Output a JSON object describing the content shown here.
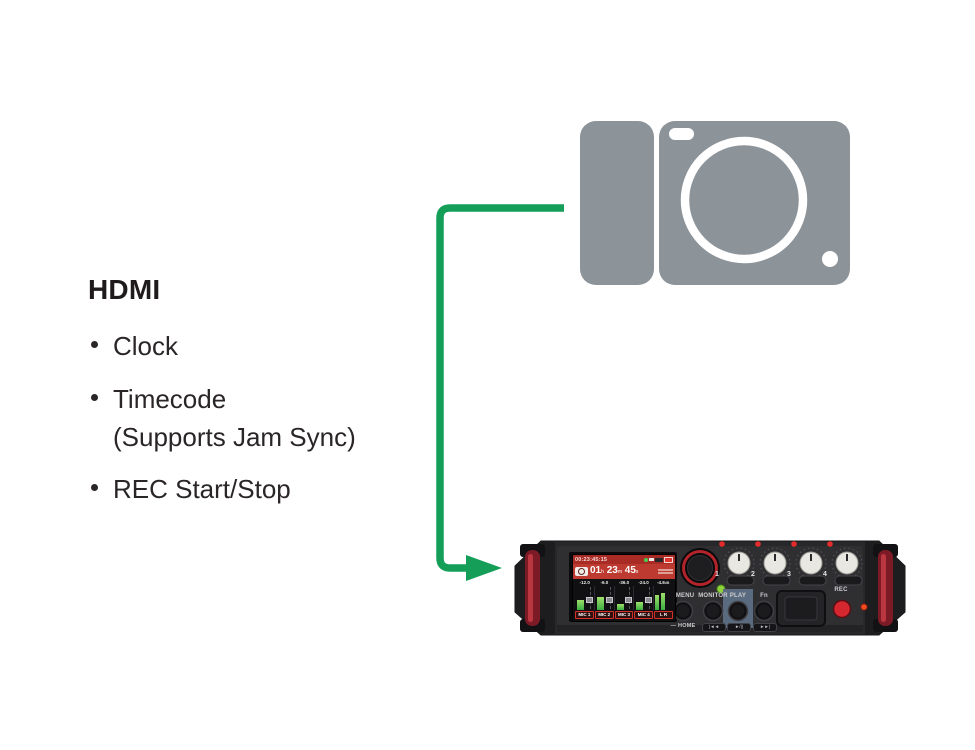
{
  "title_block": {
    "heading": "HDMI",
    "bullets": [
      {
        "text": "Clock",
        "subtext": ""
      },
      {
        "text": "Timecode",
        "subtext": "(Supports Jam Sync)"
      },
      {
        "text": "REC Start/Stop",
        "subtext": ""
      }
    ]
  },
  "colors": {
    "arrow_green": "#149E58",
    "camera_gray": "#8C9399",
    "text": "#2A2526"
  },
  "recorder": {
    "screen": {
      "timecode": "00:23:45:15",
      "rec_time": {
        "h": "01",
        "h_unit": "h",
        "m": "23",
        "m_unit": "m",
        "s": "45",
        "s_unit": "s"
      },
      "meter_values": [
        "-12.0",
        "-6.0",
        "-36.0",
        "-24.0",
        "-4.8"
      ],
      "meter_value_unit": "dB",
      "meter_labels": [
        "MIC 1",
        "MIC 2",
        "MIC 3",
        "MIC 4",
        "L R"
      ],
      "meter_levels_pct": [
        40,
        55,
        24,
        32,
        62,
        72
      ]
    },
    "controls": {
      "menu_label": "• MENU",
      "monitor_label": "MONITOR",
      "play_label": "PLAY",
      "fn_label": "Fn",
      "home_label": "— HOME",
      "prev_label": "|◄◄",
      "playpause_label": "►/||",
      "next_label": "►►|",
      "rec_label": "REC",
      "knob_numbers": [
        "1",
        "2",
        "3",
        "4"
      ]
    }
  }
}
